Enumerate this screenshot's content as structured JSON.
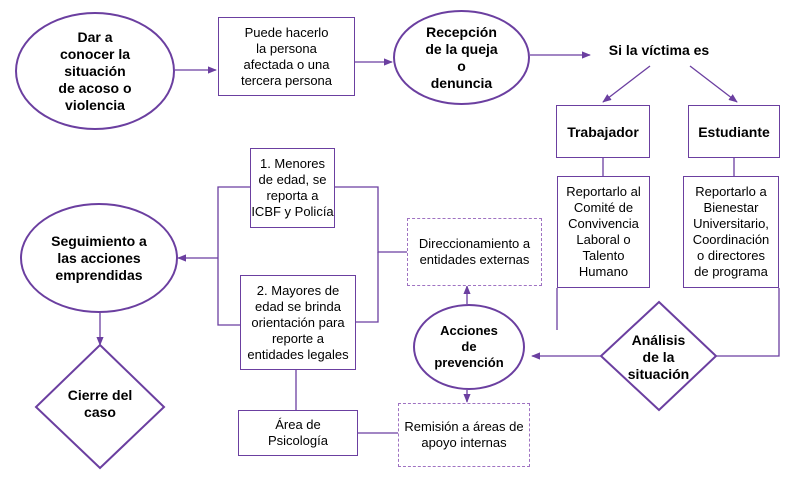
{
  "diagram": {
    "nodes": {
      "dar_a_conocer": "Dar a\nconocer la\nsituación\nde acoso o\nviolencia",
      "puede_hacerlo": "Puede hacerlo\nla persona\nafectada o una\ntercera persona",
      "recepcion": "Recepción\nde la queja\no\ndenuncia",
      "si_la_victima": "Si la víctima es",
      "trabajador": "Trabajador",
      "estudiante": "Estudiante",
      "reportarlo_comite": "Reportarlo al\nComité de\nConvivencia\nLaboral o\nTalento\nHumano",
      "reportarlo_bienestar": "Reportarlo a\nBienestar\nUniversitario,\nCoordinación\no directores\nde programa",
      "analisis": "Análisis\nde la\nsituación",
      "acciones_prevencion": "Acciones\nde\nprevención",
      "direccionamiento": "Direccionamiento a\nentidades externas",
      "remision": "Remisión a áreas de\napoyo internas",
      "menores": "1. Menores\nde edad, se\nreporta a\nICBF y Policía",
      "mayores": "2. Mayores de\nedad se brinda\norientación para\nreporte a\nentidades legales",
      "area_psicologia": "Área de\nPsicología",
      "seguimiento": "Seguimiento a\nlas acciones\nemprendidas",
      "cierre": "Cierre del\ncaso"
    },
    "colors": {
      "stroke": "#6b3fa0",
      "dashed": "#9f72c2"
    }
  }
}
